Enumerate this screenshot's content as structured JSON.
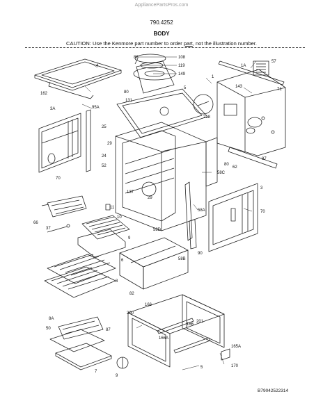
{
  "header": {
    "site": "AppliancePartsPros.com",
    "diagram_number": "790.4252",
    "title": "BODY",
    "caution_before": "CAUTION: Use the Kenmore part number to order ",
    "caution_link": "part",
    "caution_after": ", not the illustration number."
  },
  "callouts": {
    "c4": "4",
    "c162": "162",
    "c88": "88",
    "c108": "108",
    "c119": "119",
    "c149": "149",
    "c5": "5",
    "c1A": "1A",
    "c57": "57",
    "c1": "1",
    "c143": "143",
    "c71": "71",
    "c218": "218",
    "c131": "131",
    "c95A": "95A",
    "c3A": "3A",
    "c25": "25",
    "c29a": "29",
    "c24": "24",
    "c52": "52",
    "c70a": "70",
    "c80": "80",
    "c62": "62",
    "c87": "87",
    "c58C": "58C",
    "c3": "3",
    "c137": "137",
    "c29b": "29",
    "c11": "11",
    "c66": "66",
    "c70b": "70",
    "c58A": "58A",
    "c37": "37",
    "c10": "10",
    "c58D": "58D",
    "c9": "9",
    "c58B": "58B",
    "c90": "90",
    "c6": "6",
    "c8": "8",
    "c82": "82",
    "c166a": "166",
    "c200": "200",
    "c201": "201",
    "c166b": "166",
    "c8A": "8A",
    "c50": "50",
    "c87b": "87",
    "c166A": "166A",
    "c7": "7",
    "c165A": "165A",
    "c170": "170",
    "c5b": "5",
    "c9b": "9"
  },
  "footer": {
    "code": "B79042522314"
  }
}
